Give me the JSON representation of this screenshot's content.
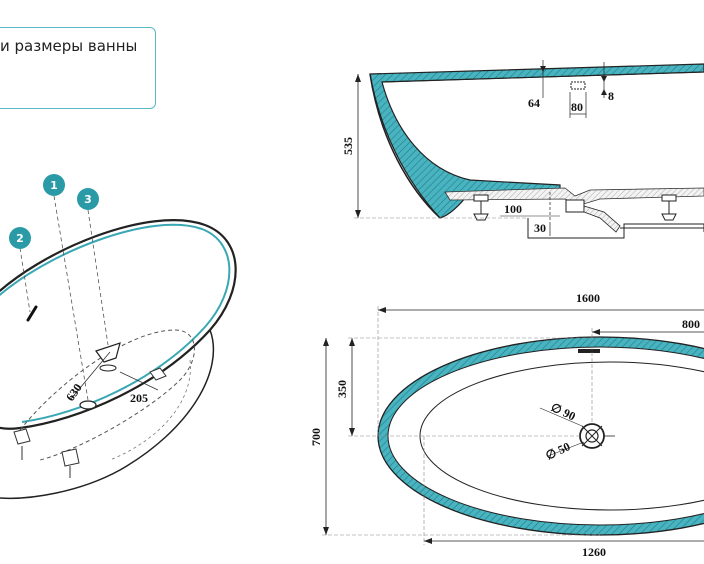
{
  "header": {
    "title": "и размеры ванны"
  },
  "badges": [
    "1",
    "2",
    "3"
  ],
  "side_view": {
    "height_total": "535",
    "rim_gap": "64",
    "overflow_width": "80",
    "overflow_offset": "8",
    "drain_depth": "100",
    "drain_offset": "30"
  },
  "top_view": {
    "length": "1600",
    "half_length": "800",
    "half_width": "350",
    "width": "700",
    "diameter_outer": "∅ 90",
    "diameter_inner": "∅ 50",
    "inner_length": "1260"
  },
  "iso_view": {
    "dim_630": "630",
    "dim_205": "205"
  },
  "colors": {
    "accent": "#3aa7b4",
    "badge": "#2a9aa7",
    "line": "#222222"
  }
}
